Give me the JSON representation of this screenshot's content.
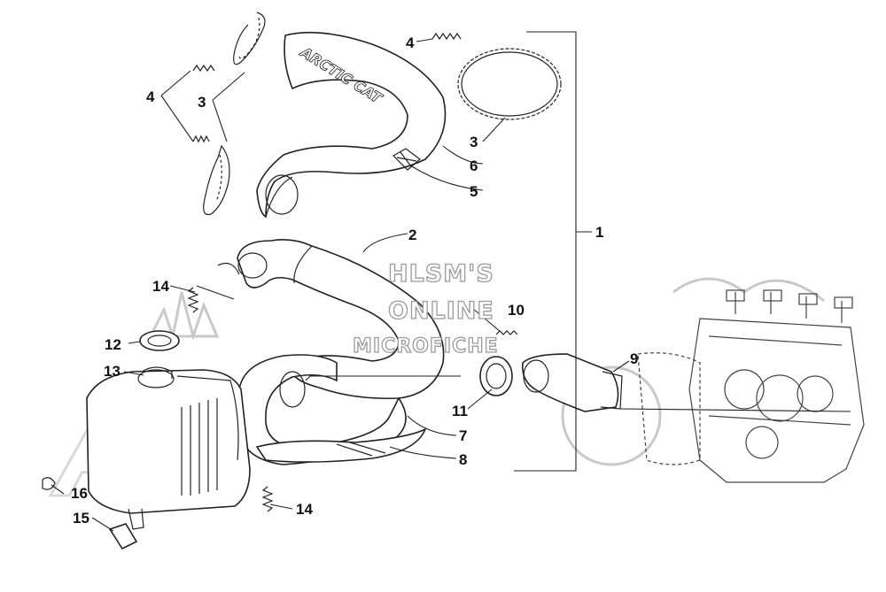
{
  "diagram": {
    "brand_text": "ARCTIC CAT",
    "watermark": [
      "HLSM'S",
      "ONLINE",
      "MICROFICHE"
    ],
    "callouts": {
      "c1": "1",
      "c2": "2",
      "c3a": "3",
      "c3b": "3",
      "c4a": "4",
      "c4b": "4",
      "c5": "5",
      "c6": "6",
      "c7": "7",
      "c8": "8",
      "c9": "9",
      "c10": "10",
      "c11": "11",
      "c12": "12",
      "c13": "13",
      "c14a": "14",
      "c14b": "14",
      "c15": "15",
      "c16": "16"
    }
  }
}
